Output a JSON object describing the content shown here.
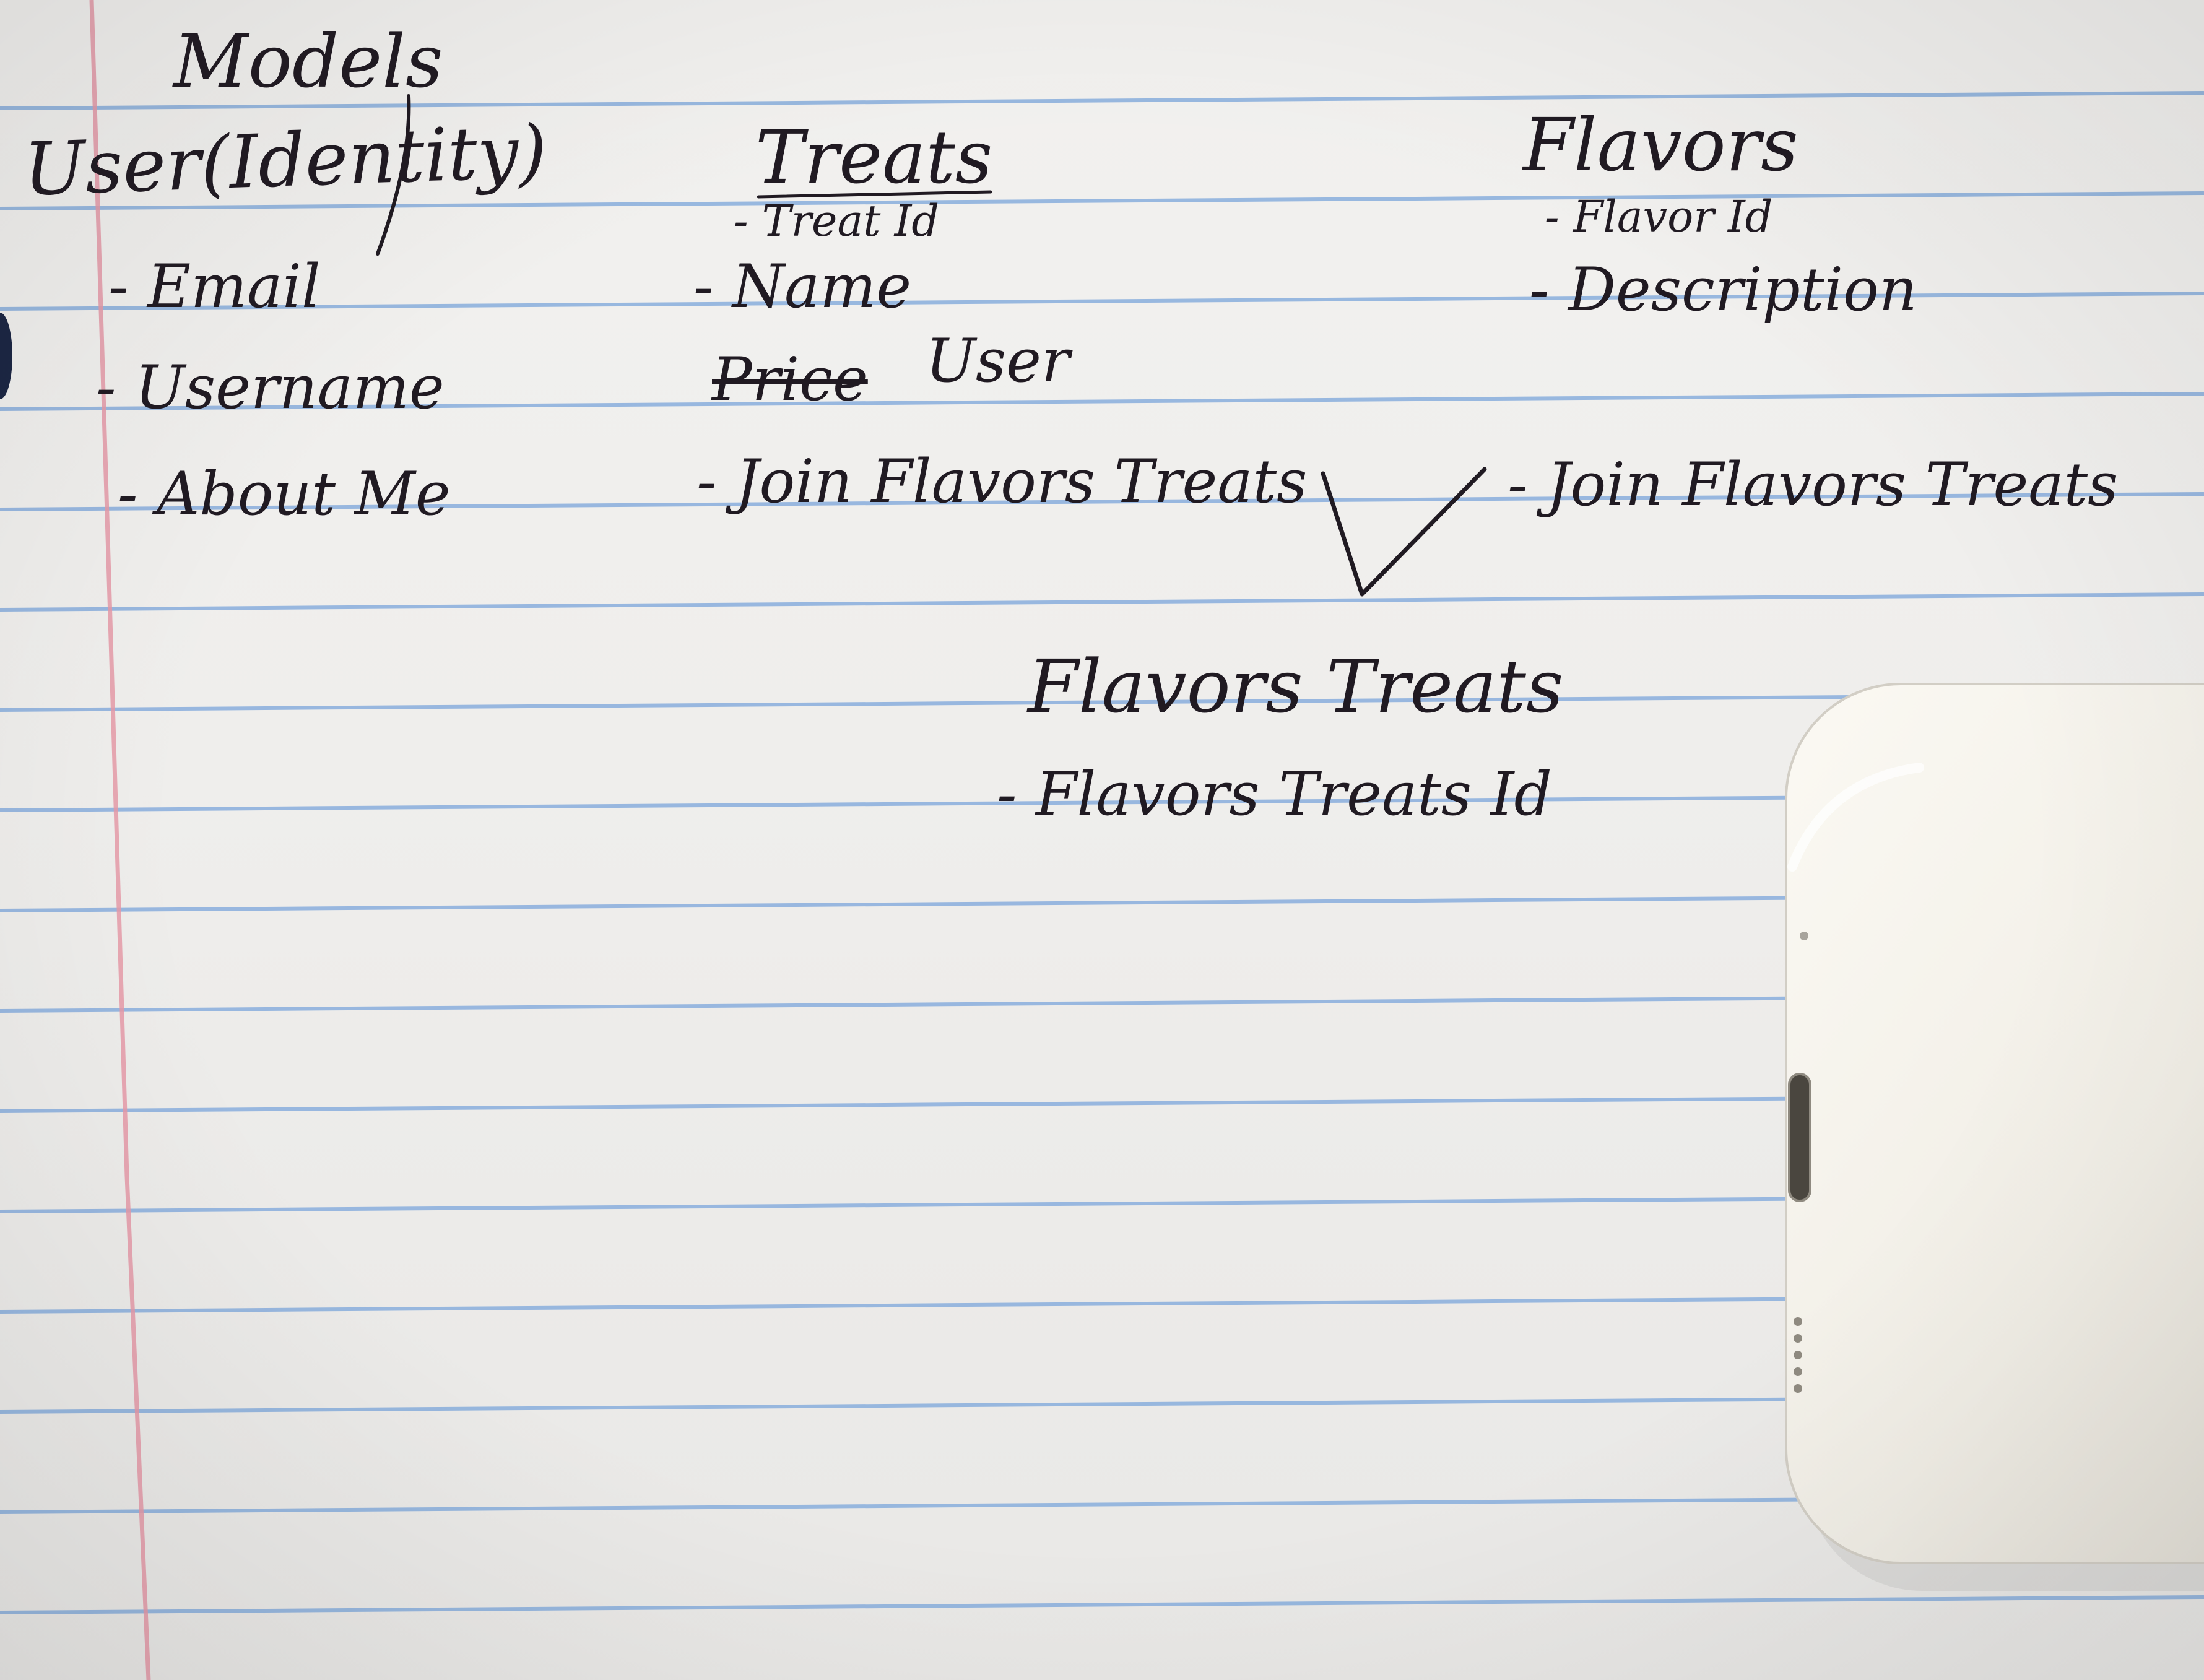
{
  "notes": {
    "heading": "Models",
    "user_entity": {
      "title": "User(Identity)",
      "fields": [
        "- Email",
        "- Username",
        "- About Me"
      ]
    },
    "treats_entity": {
      "title": "Treats",
      "fields": [
        "- Treat Id",
        "- Name",
        "Price",
        "User",
        "- Join Flavors Treats"
      ]
    },
    "flavors_entity": {
      "title": "Flavors",
      "fields": [
        "- Flavor Id",
        "- Description",
        "- Join Flavors Treats"
      ]
    },
    "join_entity": {
      "title": "Flavors Treats",
      "fields": [
        "- Flavors Treats Id"
      ]
    }
  },
  "colors": {
    "paper": "#efeeec",
    "ruled_line": "#8fb2de",
    "margin_line": "#e59aa8",
    "ink": "#201a22",
    "earbuds_case": "#f3f0e8"
  },
  "objects": {
    "earbuds_case": "wireless-earbuds-case"
  }
}
